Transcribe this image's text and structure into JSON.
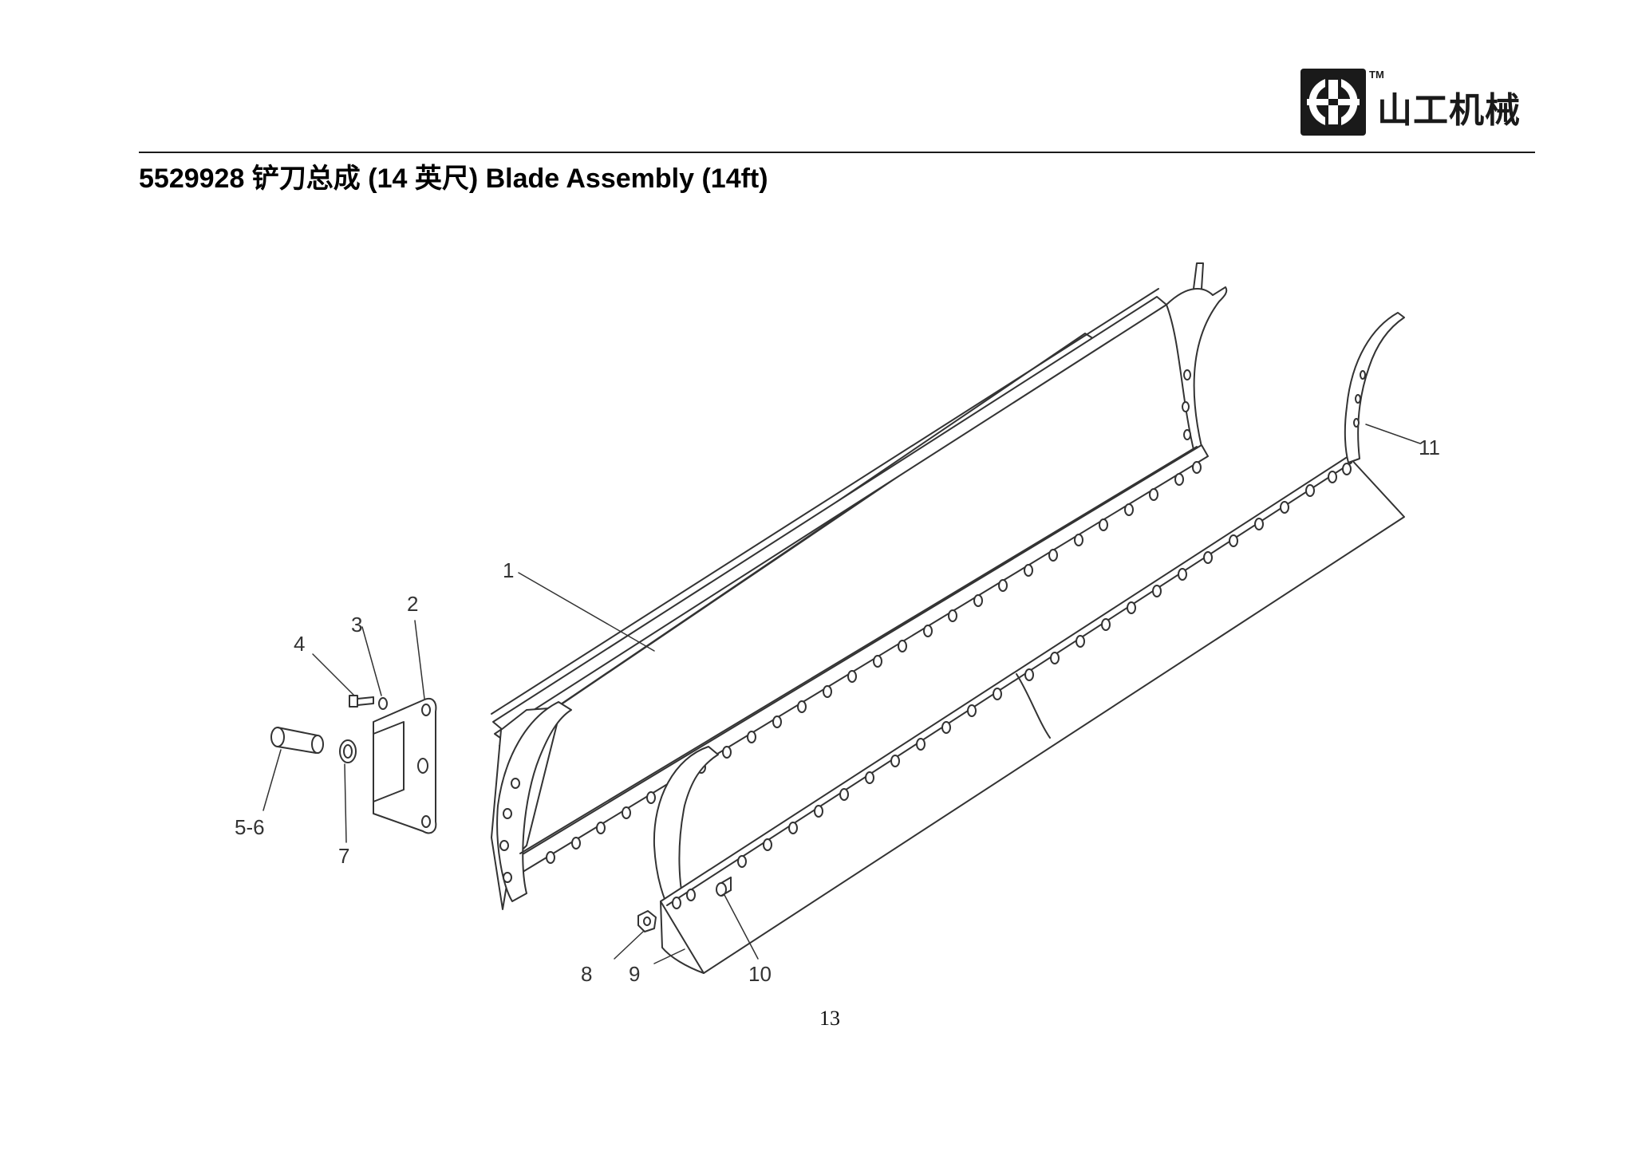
{
  "brand": {
    "name": "山工机械",
    "trademark": "TM"
  },
  "header": {
    "title": "5529928 铲刀总成  (14 英尺) Blade Assembly (14ft)"
  },
  "callouts": [
    "1",
    "2",
    "3",
    "4",
    "5-6",
    "7",
    "8",
    "9",
    "10",
    "11"
  ],
  "footer": {
    "page_number": "13"
  },
  "colors": {
    "line": "#333333",
    "logo": "#1a1a1a"
  }
}
